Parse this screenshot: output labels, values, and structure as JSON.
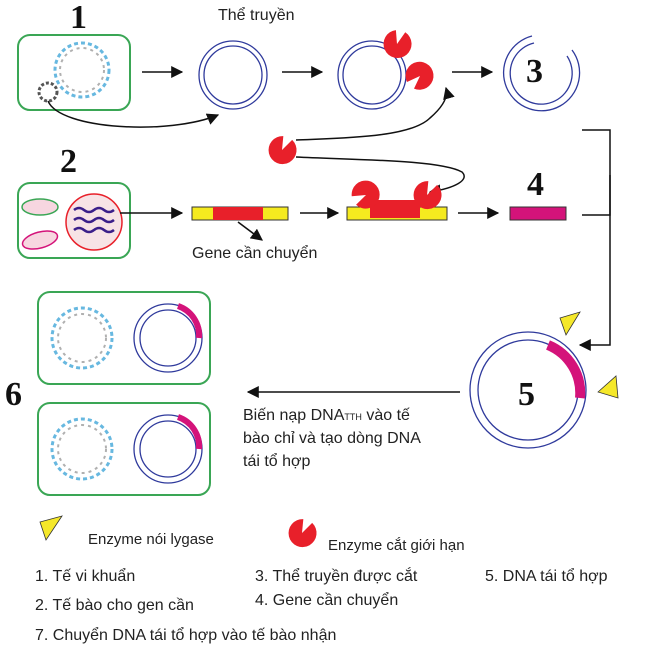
{
  "labels": {
    "vector": "Thể truyền",
    "gene_to_transfer": "Gene cần chuyển",
    "transform_line1": "Biến nạp DNA",
    "transform_sub": "TTH",
    "transform_line1_end": " vào tế",
    "transform_line2": "bào chỉ và tạo dòng DNA",
    "transform_line3": "tái tổ hợp"
  },
  "steps": [
    "1",
    "2",
    "3",
    "4",
    "5",
    "6"
  ],
  "legend": {
    "ligase": "Enzyme nói lygase",
    "restriction": "Enzyme cắt giới hạn",
    "items": [
      "1. Tế vi khuẩn",
      "2. Tế bào cho gen cần",
      "3. Thể truyền được cắt",
      "4. Gene cần chuyển",
      "5. DNA tái tổ hợp",
      "7. Chuyển DNA tái tổ hợp vào tế bào nhận"
    ]
  },
  "colors": {
    "cell_border": "#3aa655",
    "circle": "#2f3a9c",
    "gene": "#d4137a",
    "flank": "#f5ea1f",
    "enzyme": "#e8202a",
    "ligase": "#f5e82a",
    "helix_a": "#67b8e0",
    "helix_b": "#b0b0b0"
  }
}
